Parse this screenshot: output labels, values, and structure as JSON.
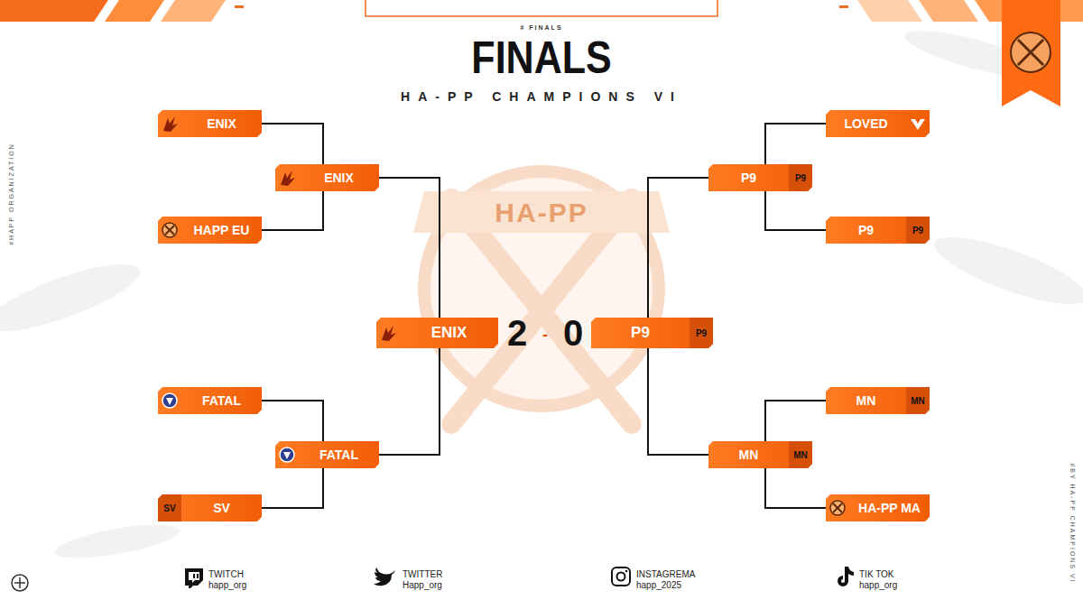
{
  "diagram": {
    "title": "FINALS",
    "nodes": [
      {
        "text": [
          "ENIX"
        ]
      },
      {
        "text": [
          "ENIX"
        ]
      },
      {
        "text": [
          "HAPP EU"
        ]
      },
      {
        "text": [
          "LOVED"
        ]
      },
      {
        "text": [
          "P9",
          "P9"
        ]
      },
      {
        "text": [
          "P9",
          "P9"
        ]
      },
      {
        "text": [
          "ENIX"
        ]
      },
      {
        "text": [
          "P9",
          "P9"
        ]
      },
      {
        "text": [
          "FATAL"
        ]
      },
      {
        "text": [
          "FATAL"
        ]
      },
      {
        "text": [
          "SV",
          "SV"
        ]
      },
      {
        "text": [
          "MN",
          "MN"
        ]
      },
      {
        "text": [
          "MN",
          "MN"
        ]
      },
      {
        "text": [
          "HA-PP MA"
        ]
      }
    ],
    "edges": [
      {
        "from": 0,
        "to": 1,
        "arrow": "none"
      },
      {
        "from": 2,
        "to": 1,
        "arrow": "none"
      },
      {
        "from": 3,
        "to": 4,
        "arrow": "none"
      },
      {
        "from": 5,
        "to": 4,
        "arrow": "none"
      },
      {
        "from": 1,
        "to": 6,
        "arrow": "none"
      },
      {
        "from": 4,
        "to": 7,
        "arrow": "none"
      },
      {
        "from": 8,
        "to": 9,
        "arrow": "none"
      },
      {
        "from": 10,
        "to": 9,
        "arrow": "none"
      },
      {
        "from": 11,
        "to": 12,
        "arrow": "none"
      },
      {
        "from": 13,
        "to": 12,
        "arrow": "none"
      },
      {
        "from": 9,
        "to": 6,
        "arrow": "none"
      },
      {
        "from": 12,
        "to": 7,
        "arrow": "none"
      }
    ],
    "labels": [
      "# FINALS",
      "HA-PP CHAMPIONS VI",
      "#HAPP ORGANIZATION",
      "HA-PP",
      "2",
      "-",
      "0",
      "#BY HA-PP CHAMPIONS VI",
      "TWITCH",
      "happ_org",
      "TWITTER",
      "Happ_org",
      "INSTAGREMA",
      "happ_2025",
      "TIK TOK",
      "happ_org"
    ]
  }
}
